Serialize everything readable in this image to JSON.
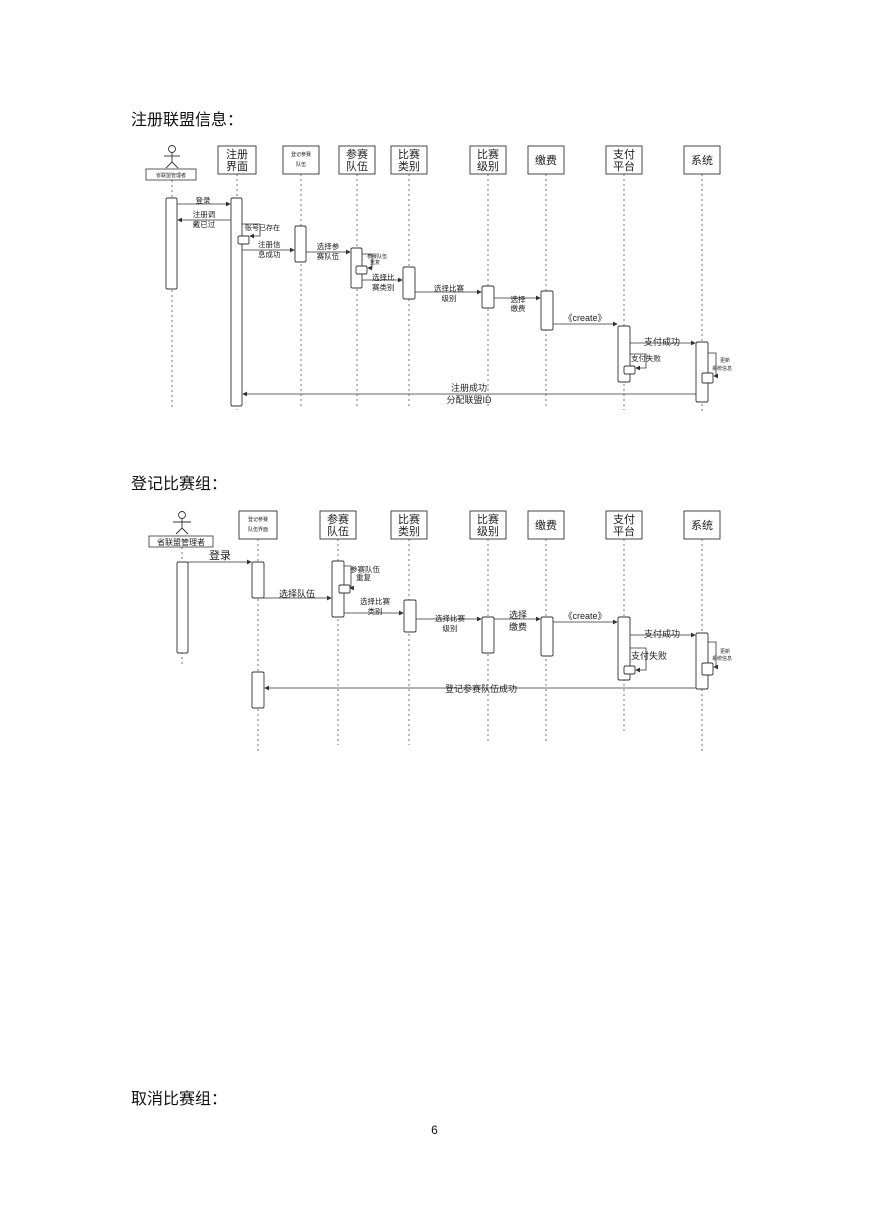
{
  "sections": [
    {
      "heading": "注册联盟信息：",
      "participants": {
        "actor": "省联盟管理者",
        "p1": [
          "注册",
          "界面"
        ],
        "p2": [
          "登记参赛",
          "队伍"
        ],
        "p3": [
          "参赛",
          "队伍"
        ],
        "p4": [
          "比赛",
          "类别"
        ],
        "p5": [
          "比赛",
          "级别"
        ],
        "p6": "缴费",
        "p7": [
          "支付",
          "平台"
        ],
        "p8": "系统"
      },
      "messages": {
        "m1": "登录",
        "m2": [
          "注册调",
          "戴已过"
        ],
        "m3": "账号已存在",
        "m4": [
          "注册信",
          "息成功"
        ],
        "m5": [
          "选择参",
          "赛队伍"
        ],
        "m6": [
          "参赛队伍",
          "重复"
        ],
        "m7": [
          "选择比",
          "赛类别"
        ],
        "m8": [
          "选择比赛",
          "级别"
        ],
        "m9": [
          "选择",
          "缴费"
        ],
        "m10": "《create》",
        "m11": "支付成功",
        "m12": "支付失败",
        "m13": [
          "更新",
          "系统信息"
        ],
        "m14": [
          "注册成功",
          "分配联盟ID"
        ]
      }
    },
    {
      "heading": "登记比赛组：",
      "participants": {
        "actor": "省联盟管理者",
        "p1": [
          "登记参赛",
          "队伍界面"
        ],
        "p3": [
          "参赛",
          "队伍"
        ],
        "p4": [
          "比赛",
          "类别"
        ],
        "p5": [
          "比赛",
          "级别"
        ],
        "p6": "缴费",
        "p7": [
          "支付",
          "平台"
        ],
        "p8": "系统"
      },
      "messages": {
        "m1": "登录",
        "m2": "选择队伍",
        "m3": [
          "参赛队伍",
          "重复"
        ],
        "m4": [
          "选择比赛",
          "类别"
        ],
        "m5": [
          "选择比赛",
          "级别"
        ],
        "m6": [
          "选择",
          "缴费"
        ],
        "m7": "《create》",
        "m8": "支付成功",
        "m9": "支付失败",
        "m10": [
          "更新",
          "系统信息"
        ],
        "m11": "登记参赛队伍成功"
      }
    },
    {
      "heading": "取消比赛组："
    }
  ],
  "page_number": "6"
}
